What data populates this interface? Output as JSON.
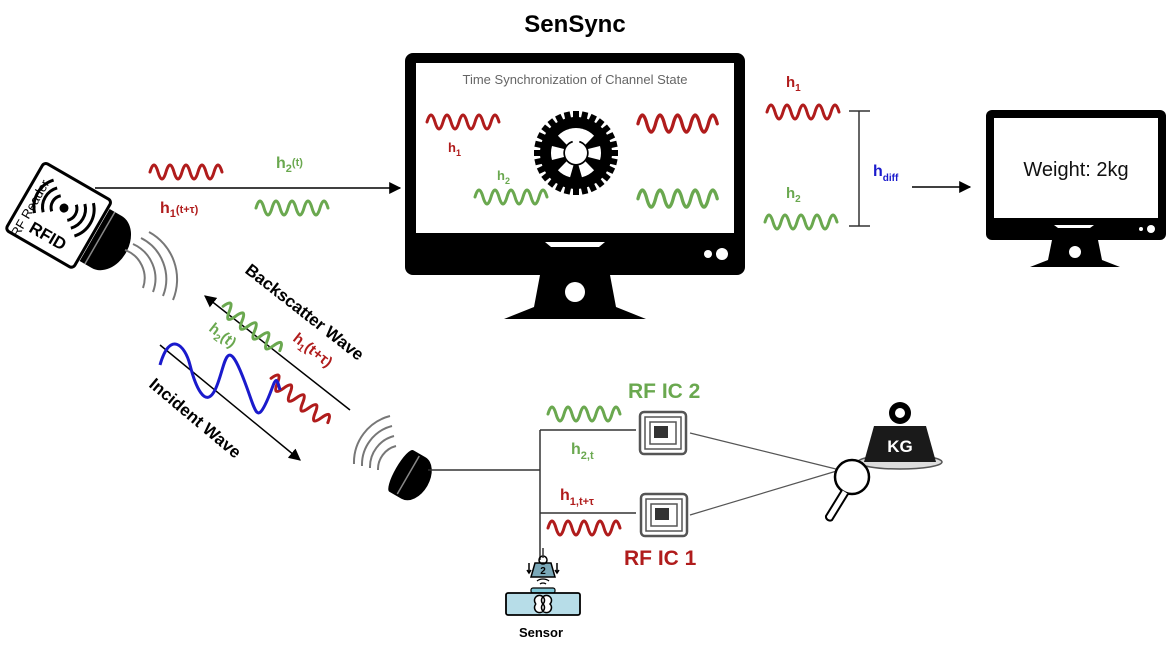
{
  "title": "SenSync",
  "colors": {
    "h1": "#b01c1c",
    "h2": "#6aa84f",
    "hdiff": "#1a1acc",
    "incident": "#1a1acc",
    "ink": "#000000",
    "sensor": "#b7dde8"
  },
  "reader": {
    "label": "RF Reader",
    "device_text": "RFID",
    "icon": "rfid-reader-icon"
  },
  "uplink": {
    "h1_label": "h",
    "h1_sub": "1",
    "h1_sup": "(t+τ)",
    "h2_label": "h",
    "h2_sub": "2",
    "h2_sup": "(t)"
  },
  "main_monitor": {
    "screen_title": "Time Synchronization of Channel State",
    "h1_label": "h",
    "h1_sub": "1",
    "h2_label": "h",
    "h2_sub": "2",
    "icon": "gear-icon"
  },
  "output": {
    "h1_label": "h",
    "h1_sub": "1",
    "h2_label": "h",
    "h2_sub": "2",
    "hdiff_label": "h",
    "hdiff_sub": "diff"
  },
  "result_monitor": {
    "text": "Weight: 2kg"
  },
  "waves": {
    "backscatter_label": "Backscatter Wave",
    "incident_label": "Incident Wave",
    "h2_label": "h",
    "h2_sub": "2",
    "h2_arg": "(t)",
    "h1_label": "h",
    "h1_sub": "1",
    "h1_arg": "(t+τ)"
  },
  "tags": {
    "ic2_label": "RF IC 2",
    "ic1_label": "RF IC 1",
    "h2_label": "h",
    "h2_sub": "2,t",
    "h1_label": "h",
    "h1_sub": "1,t+τ"
  },
  "sensor": {
    "label": "Sensor",
    "weight_digit": "2"
  },
  "weight_icon": {
    "text": "KG"
  }
}
